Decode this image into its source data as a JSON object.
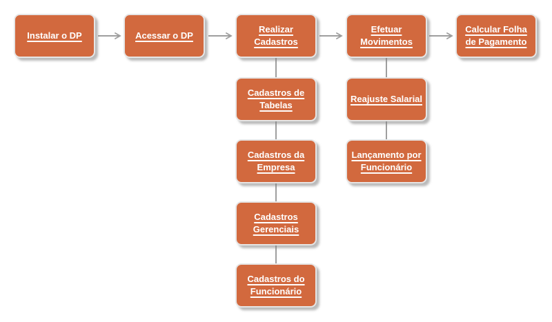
{
  "diagram": {
    "type": "flowchart",
    "colors": {
      "node_fill": "#d2693e",
      "node_border": "#e6e6e6",
      "node_text": "#ffffff",
      "connector": "#9e9e9e",
      "shadow": "#bdbdbd",
      "background": "#ffffff"
    },
    "main_flow": [
      "Instalar o DP",
      "Acessar o DP",
      "Realizar\nCadastros",
      "Efetuar\nMovimentos",
      "Calcular Folha\nde Pagamento"
    ],
    "realizar_cadastros_steps": [
      "Cadastros de\nTabelas",
      "Cadastros da\nEmpresa",
      "Cadastros\nGerenciais",
      "Cadastros do\nFuncionário"
    ],
    "efetuar_movimentos_steps": [
      "Reajuste Salarial",
      "Lançamento por\nFuncionário"
    ],
    "connections": [
      {
        "from": "Instalar o DP",
        "to": "Acessar o DP",
        "type": "arrow"
      },
      {
        "from": "Acessar o DP",
        "to": "Realizar Cadastros",
        "type": "arrow"
      },
      {
        "from": "Realizar Cadastros",
        "to": "Efetuar Movimentos",
        "type": "arrow"
      },
      {
        "from": "Efetuar Movimentos",
        "to": "Calcular Folha de Pagamento",
        "type": "arrow"
      },
      {
        "from": "Realizar Cadastros",
        "to": "Cadastros de Tabelas",
        "type": "line"
      },
      {
        "from": "Cadastros de Tabelas",
        "to": "Cadastros da Empresa",
        "type": "line"
      },
      {
        "from": "Cadastros da Empresa",
        "to": "Cadastros Gerenciais",
        "type": "line"
      },
      {
        "from": "Cadastros Gerenciais",
        "to": "Cadastros do Funcionário",
        "type": "line"
      },
      {
        "from": "Efetuar Movimentos",
        "to": "Reajuste Salarial",
        "type": "line"
      },
      {
        "from": "Reajuste Salarial",
        "to": "Lançamento por Funcionário",
        "type": "line"
      }
    ]
  }
}
